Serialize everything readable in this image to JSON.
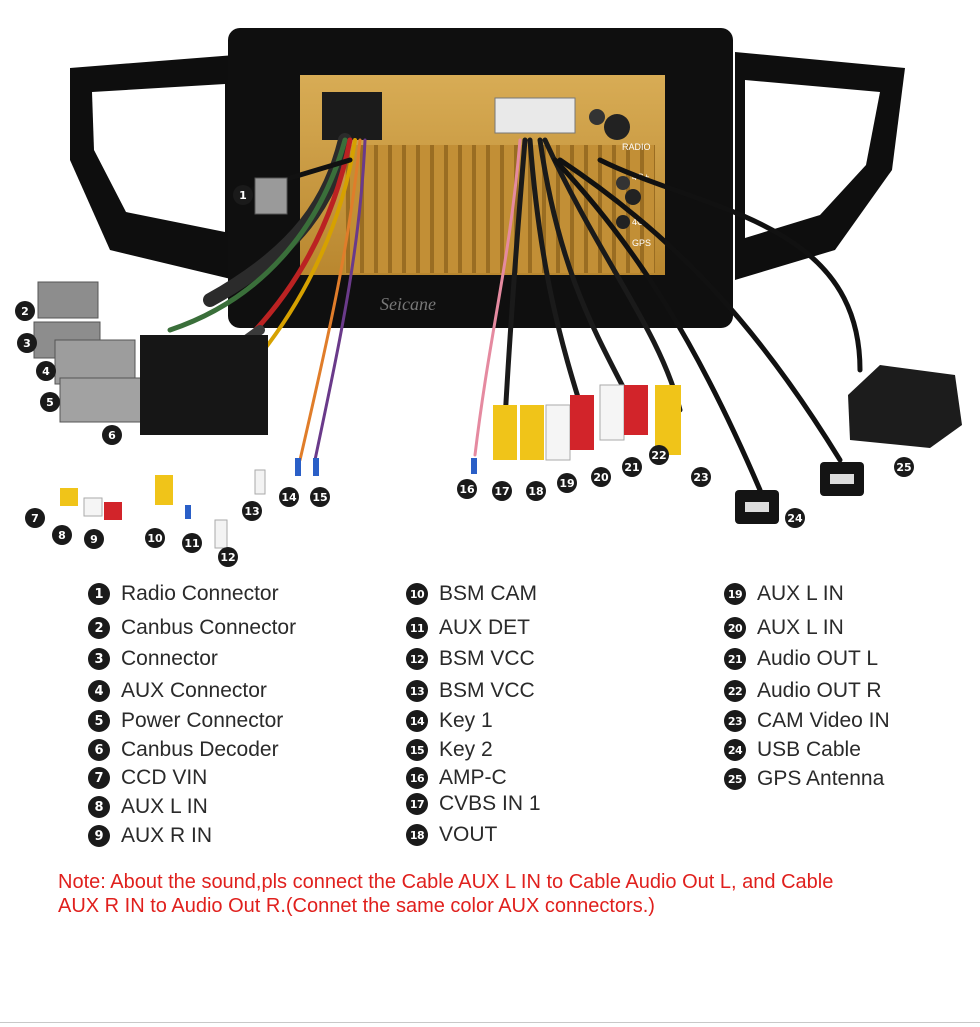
{
  "watermark": "Seicane",
  "unit_labels": {
    "radio": "RADIO",
    "lte1": "4G+",
    "lte2": "4G-",
    "gps": "GPS"
  },
  "legend": [
    {
      "num": "1",
      "label": "Radio Connector"
    },
    {
      "num": "2",
      "label": "Canbus Connector"
    },
    {
      "num": "3",
      "label": "Connector"
    },
    {
      "num": "4",
      "label": "AUX Connector"
    },
    {
      "num": "5",
      "label": "Power Connector"
    },
    {
      "num": "6",
      "label": "Canbus Decoder"
    },
    {
      "num": "7",
      "label": "CCD VIN"
    },
    {
      "num": "8",
      "label": "AUX L IN"
    },
    {
      "num": "9",
      "label": "AUX R IN"
    },
    {
      "num": "10",
      "label": "BSM CAM"
    },
    {
      "num": "11",
      "label": "AUX DET"
    },
    {
      "num": "12",
      "label": "BSM VCC"
    },
    {
      "num": "13",
      "label": "BSM VCC"
    },
    {
      "num": "14",
      "label": "Key 1"
    },
    {
      "num": "15",
      "label": "Key 2"
    },
    {
      "num": "16",
      "label": "AMP-C"
    },
    {
      "num": "17",
      "label": "CVBS IN 1"
    },
    {
      "num": "18",
      "label": "VOUT"
    },
    {
      "num": "19",
      "label": "AUX L IN"
    },
    {
      "num": "20",
      "label": "AUX L IN"
    },
    {
      "num": "21",
      "label": "Audio OUT L"
    },
    {
      "num": "22",
      "label": "Audio OUT R"
    },
    {
      "num": "23",
      "label": "CAM Video IN"
    },
    {
      "num": "24",
      "label": "USB Cable"
    },
    {
      "num": "25",
      "label": "GPS Antenna"
    }
  ],
  "note": {
    "line1": "Note: About the sound,pls connect the Cable AUX L IN to Cable Audio Out L, and Cable",
    "line2": "AUX R IN to  Audio Out R.(Connet the same color AUX connectors.)"
  },
  "colors": {
    "accent_red": "#e0201d",
    "badge": "#1a1a1a",
    "frame": "#111111",
    "chassis": "#c79a3e"
  }
}
